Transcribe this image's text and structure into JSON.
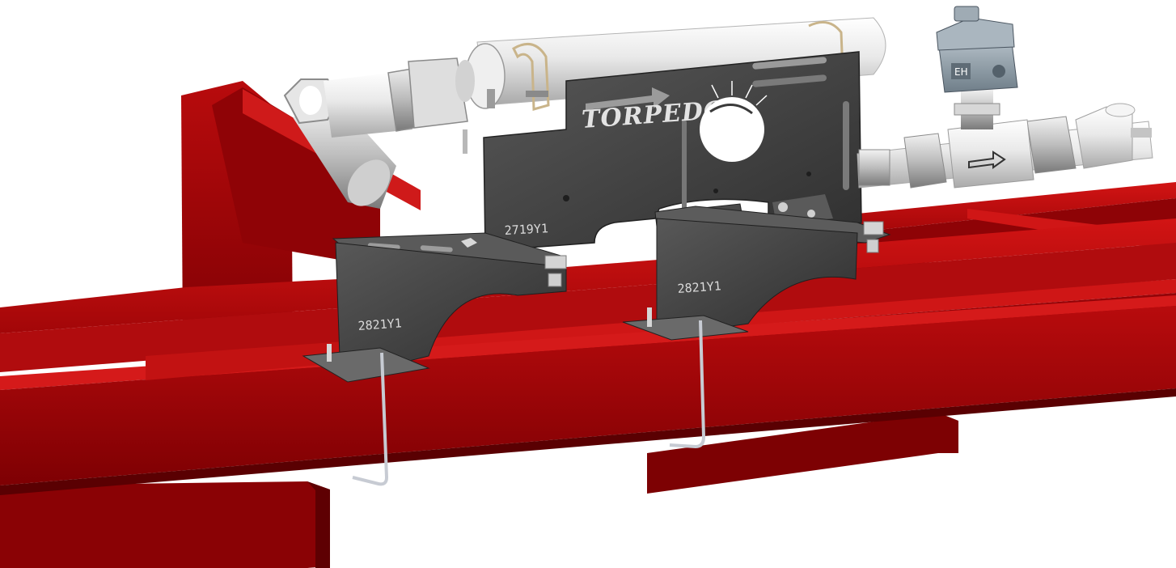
{
  "colors": {
    "frame_red": "#b10a0b",
    "frame_dark": "#6e0002",
    "bracket_gray": "#3f3f3f",
    "pipe_silver": "#dcdcdc",
    "actuator_blue_gray": "#8a9aa8"
  },
  "labels": {
    "brand": "TORPEDO",
    "plate_code": "2719Y1",
    "bracket_left_code": "2821Y1",
    "bracket_right_code": "2821Y1",
    "actuator_badge": "EH"
  },
  "icons": {
    "flow_arrow": "arrow-right-icon",
    "sunburst_logo": "sunburst-logo-icon"
  }
}
